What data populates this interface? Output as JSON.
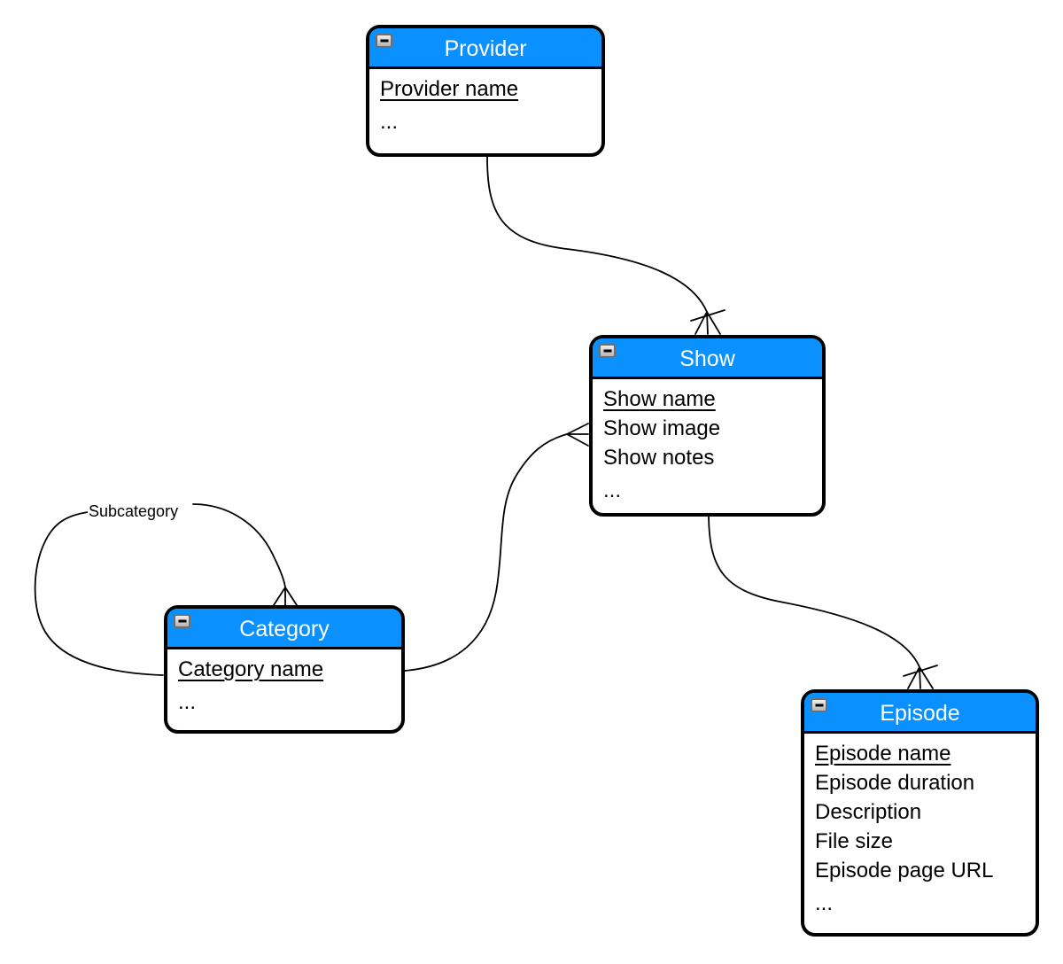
{
  "diagram": {
    "type": "entity-relationship",
    "background": "#ffffff"
  },
  "colors": {
    "entity_header": "#0a90ff",
    "entity_border": "#000000",
    "header_text": "#ffffff",
    "field_text": "#000000",
    "connector": "#000000",
    "collapse_button": "#c9c9c9"
  },
  "entities": [
    {
      "name": "Provider",
      "collapse_icon": "minus-icon",
      "fields": [
        {
          "label": "Provider name",
          "primary_key": true
        },
        {
          "label": "...",
          "primary_key": false
        }
      ]
    },
    {
      "name": "Show",
      "collapse_icon": "minus-icon",
      "fields": [
        {
          "label": "Show name",
          "primary_key": true
        },
        {
          "label": "Show image",
          "primary_key": false
        },
        {
          "label": "Show notes",
          "primary_key": false
        },
        {
          "label": "...",
          "primary_key": false
        }
      ]
    },
    {
      "name": "Category",
      "collapse_icon": "minus-icon",
      "fields": [
        {
          "label": "Category name",
          "primary_key": true
        },
        {
          "label": "...",
          "primary_key": false
        }
      ]
    },
    {
      "name": "Episode",
      "collapse_icon": "minus-icon",
      "fields": [
        {
          "label": "Episode name",
          "primary_key": true
        },
        {
          "label": "Episode duration",
          "primary_key": false
        },
        {
          "label": "Description",
          "primary_key": false
        },
        {
          "label": "File size",
          "primary_key": false
        },
        {
          "label": "Episode page URL",
          "primary_key": false
        },
        {
          "label": "...",
          "primary_key": false
        }
      ]
    }
  ],
  "relationships": [
    {
      "from": "Provider",
      "to": "Show",
      "label": "",
      "to_end": "one-to-many-crowsfoot"
    },
    {
      "from": "Category",
      "to": "Show",
      "label": "",
      "to_end": "many-crowsfoot"
    },
    {
      "from": "Show",
      "to": "Episode",
      "label": "",
      "to_end": "one-to-many-crowsfoot"
    },
    {
      "from": "Category",
      "to": "Category",
      "label": "Subcategory",
      "to_end": "many-crowsfoot"
    }
  ]
}
